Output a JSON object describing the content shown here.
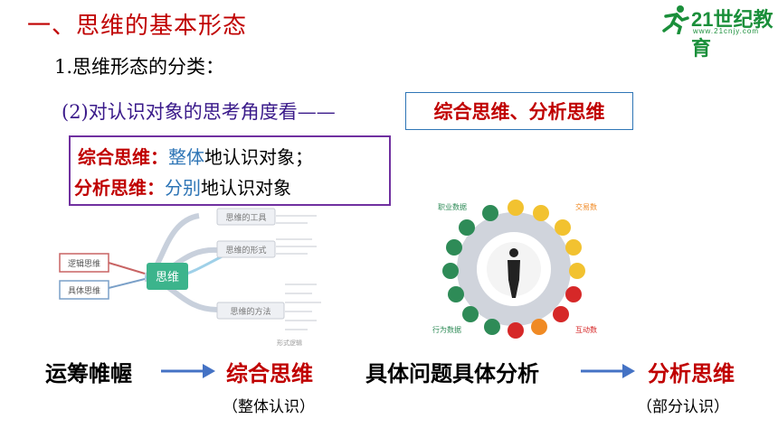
{
  "header": {
    "title": "一、思维的基本形态",
    "logo_brand": "21世纪教育",
    "logo_url": "www.21cnjy.com"
  },
  "section": {
    "sub1": "1.思维形态的分类：",
    "sub2": "(2)对认识对象的思考角度看——",
    "answer": "综合思维、分析思维"
  },
  "definitions": [
    {
      "key": "综合思维：",
      "value_colored": "整体",
      "value_rest": "地认识对象；"
    },
    {
      "key": "分析思维：",
      "value_colored": "分别",
      "value_rest": "地认识对象"
    }
  ],
  "mindmap": {
    "center": "思维",
    "left_nodes": [
      "逻辑思维",
      "具体思维"
    ],
    "right_nodes": [
      "思维的工具",
      "思维的形式",
      "思维的方法"
    ],
    "bottom_caption": "形式逻辑"
  },
  "wheel": {
    "corner_labels": [
      "职业数据",
      "交易数据",
      "行为数据",
      "互动数据"
    ],
    "center_label": "人"
  },
  "bottom": {
    "left_phrase": "运筹帷幄",
    "left_result": "综合思维",
    "left_paren": "（整体认识）",
    "right_phrase": "具体问题具体分析",
    "right_result": "分析思维",
    "right_paren": "（部分认识）"
  },
  "colors": {
    "accent_red": "#c00000",
    "accent_blue": "#2e75b6",
    "purple": "#7030a0",
    "logo_green": "#1a8f3a"
  }
}
